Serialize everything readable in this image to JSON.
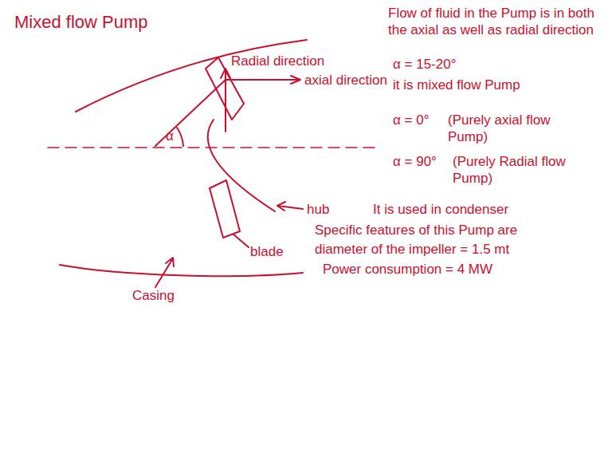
{
  "diagram": {
    "title": "Mixed flow Pump",
    "labels": [
      "Radial direction",
      "axial direction",
      "α",
      "hub",
      "blade",
      "Casing",
      "Flow of fluid in the Pump is in both the axial as well as radial direction",
      "α = 15-20°",
      "it is mixed flow Pump",
      "α = 0°",
      "(Purely axial flow Pump)",
      "α = 90°",
      "(Purely Radial flow Pump)",
      "It is used in condenser",
      "Specific features of this Pump are",
      "diameter of the impeller = 1.5 mt",
      "Power consumption = 4 MW"
    ]
  }
}
